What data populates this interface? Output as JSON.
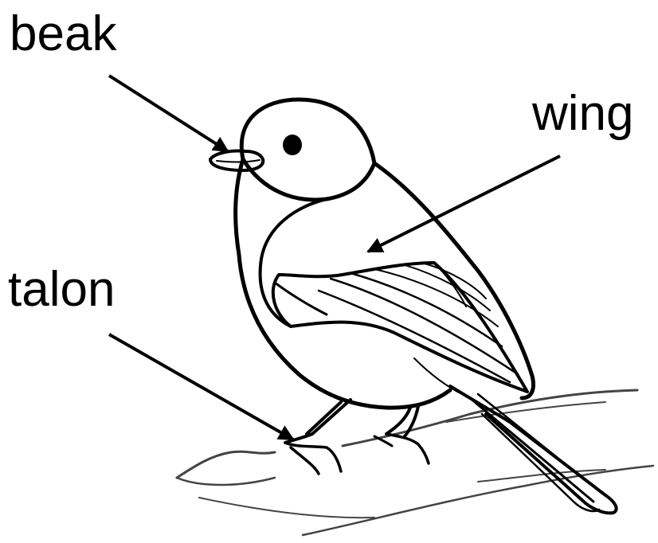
{
  "diagram": {
    "labels": {
      "beak": "beak",
      "wing": "wing",
      "talon": "talon"
    },
    "colors": {
      "ink": "#000000",
      "background": "#ffffff"
    }
  }
}
